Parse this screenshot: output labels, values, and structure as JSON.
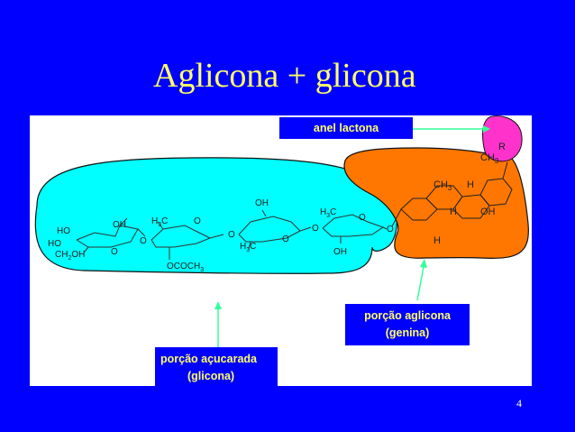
{
  "slide": {
    "title": "Aglicona + glicona",
    "page_number": "4"
  },
  "labels": {
    "lactone_ring": "anel lactona",
    "aglycone_line1": "porção aglicona",
    "aglycone_line2": "(genina)",
    "sugar_line1": "porção açucarada",
    "sugar_line2": "(glicona)"
  },
  "structure": {
    "ring1": {
      "ho_top": "HO",
      "ho_left": "HO",
      "oh": "OH",
      "ch2oh": "CH",
      "ch2oh_sub": "2",
      "ch2oh_end": "OH",
      "o_ring": "O",
      "o_link": "O"
    },
    "ring2": {
      "h3c": "H",
      "h3c_sub": "3",
      "h3c_end": "C",
      "o_ring": "O",
      "ococh3": "OCOCH",
      "ococh3_sub": "3",
      "o_link": "O"
    },
    "ring3": {
      "oh": "OH",
      "h3c": "H",
      "h3c_sub": "3",
      "h3c_end": "C",
      "o_ring": "O",
      "o_link": "O"
    },
    "ring4": {
      "h3c": "H",
      "h3c_sub": "3",
      "h3c_end": "C",
      "oh": "OH",
      "o_ring": "O",
      "o_link": "O"
    },
    "steroid": {
      "ch3_a": "CH",
      "ch3_a_sub": "3",
      "ch3_b": "CH",
      "ch3_b_sub": "3",
      "h1": "H",
      "h2": "H",
      "h3": "H",
      "oh": "OH",
      "r": "R"
    }
  },
  "colors": {
    "background": "#0000ff",
    "title": "#ffff66",
    "glycone_region": "#00ffff",
    "aglycone_region": "#ff7700",
    "lactone_region": "#ff33cc",
    "arrow": "#33ff99"
  }
}
